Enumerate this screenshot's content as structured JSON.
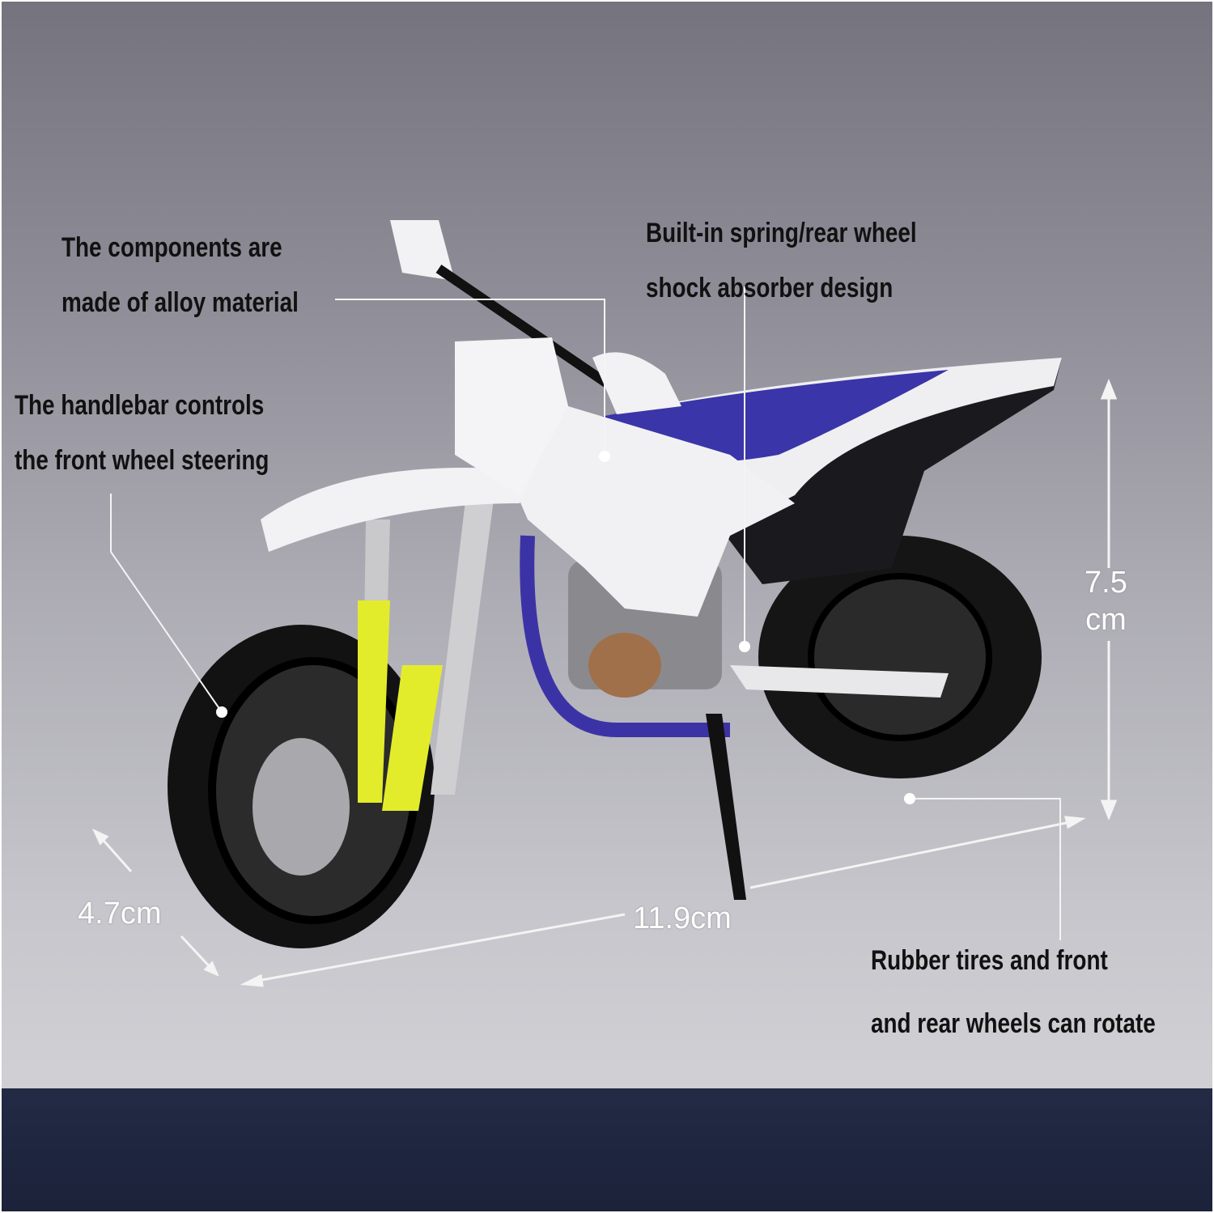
{
  "callouts": {
    "alloy": [
      "The components are",
      "made of alloy material"
    ],
    "handlebar": [
      "The handlebar controls",
      "the front wheel steering"
    ],
    "spring": [
      "Built-in spring/rear wheel",
      "shock absorber design"
    ],
    "tires": [
      "Rubber tires and front",
      "and rear wheels can rotate"
    ]
  },
  "dimensions": {
    "height": [
      "7.5",
      "cm"
    ],
    "width": "4.7cm",
    "length": "11.9cm"
  },
  "colors": {
    "band": "#1f2640",
    "body": "#f2f2f4",
    "seat": "#3a35a8",
    "fork": "#e3ec2a",
    "tire": "#111111"
  }
}
